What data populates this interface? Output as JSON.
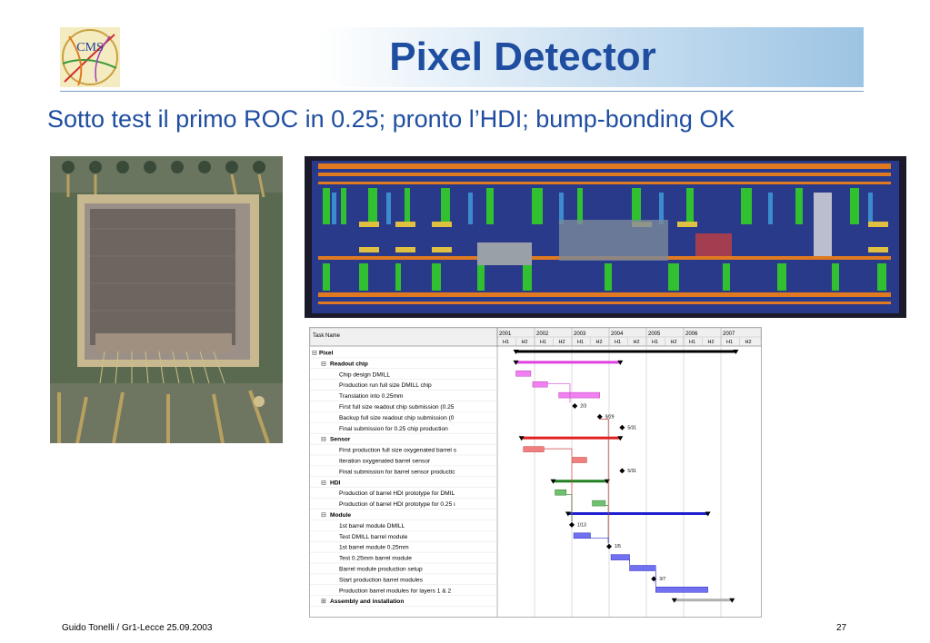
{
  "slide": {
    "logo_text": "CMS",
    "title": "Pixel Detector",
    "subtitle": "Sotto test il primo ROC in 0.25; pronto l’HDI; bump-bonding OK",
    "footer_left": "Guido Tonelli / Gr1-Lecce 25.09.2003",
    "page_number": "27"
  },
  "gantt": {
    "header_task": "Task Name",
    "years": [
      "2001",
      "2002",
      "2003",
      "2004",
      "2005",
      "2006",
      "2007"
    ],
    "halves": [
      "H1",
      "H2"
    ],
    "rows": [
      {
        "label": "Pixel",
        "level": 0,
        "toggle": "⊟",
        "bold": true
      },
      {
        "label": "Readout chip",
        "level": 1,
        "toggle": "⊟",
        "bold": true
      },
      {
        "label": "Chip design DMILL",
        "level": 2,
        "toggle": "",
        "bold": false
      },
      {
        "label": "Production run full size DMILL chip",
        "level": 2,
        "toggle": "",
        "bold": false
      },
      {
        "label": "Translation into 0.25mm",
        "level": 2,
        "toggle": "",
        "bold": false
      },
      {
        "label": "First full size readout chip submission (0.25",
        "level": 2,
        "toggle": "",
        "bold": false
      },
      {
        "label": "Backup full size readout chip submission (0",
        "level": 2,
        "toggle": "",
        "bold": false
      },
      {
        "label": "Final submission for 0.25 chip production",
        "level": 2,
        "toggle": "",
        "bold": false
      },
      {
        "label": "Sensor",
        "level": 1,
        "toggle": "⊟",
        "bold": true
      },
      {
        "label": "First production full size oxygenated barrel s",
        "level": 2,
        "toggle": "",
        "bold": false
      },
      {
        "label": "Iteration oxygenated barrel sensor",
        "level": 2,
        "toggle": "",
        "bold": false
      },
      {
        "label": "Final submission for barrel sensor productic",
        "level": 2,
        "toggle": "",
        "bold": false
      },
      {
        "label": "HDI",
        "level": 1,
        "toggle": "⊟",
        "bold": true
      },
      {
        "label": "Production of barrel HDI prototype for DMIL",
        "level": 2,
        "toggle": "",
        "bold": false
      },
      {
        "label": "Production of barrel HDI prototype for 0.25 ι",
        "level": 2,
        "toggle": "",
        "bold": false
      },
      {
        "label": "Module",
        "level": 1,
        "toggle": "⊟",
        "bold": true
      },
      {
        "label": "1st barrel module DMILL",
        "level": 2,
        "toggle": "",
        "bold": false
      },
      {
        "label": "Test DMILL barrel module",
        "level": 2,
        "toggle": "",
        "bold": false
      },
      {
        "label": "1st barrel module 0.25mm",
        "level": 2,
        "toggle": "",
        "bold": false
      },
      {
        "label": "Test 0.25mm barrel module",
        "level": 2,
        "toggle": "",
        "bold": false
      },
      {
        "label": "Barrel module production setup",
        "level": 2,
        "toggle": "",
        "bold": false
      },
      {
        "label": "Start production barrel modules",
        "level": 2,
        "toggle": "",
        "bold": false
      },
      {
        "label": "Production barrel modules for layers 1 & 2",
        "level": 2,
        "toggle": "",
        "bold": false
      },
      {
        "label": "Assembly and installation",
        "level": 1,
        "toggle": "⊞",
        "bold": true
      }
    ],
    "milestones": [
      "2/3",
      "9/29",
      "5/31",
      "5/31",
      "1/13",
      "1/5",
      "3/7"
    ]
  }
}
